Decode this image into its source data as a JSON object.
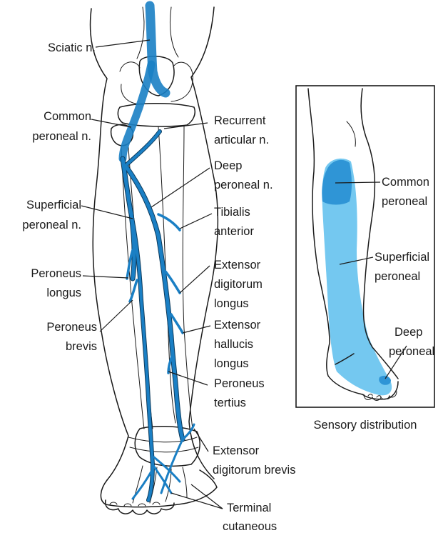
{
  "colors": {
    "nerve": "#1a7fc4",
    "nerve_light": "#8fcfef",
    "skin_common": "#2f95d6",
    "skin_superficial": "#74c8f0",
    "outline": "#1a1a1a"
  },
  "labels": {
    "sciatic": "Sciatic n.",
    "common_peroneal_1": "Common",
    "common_peroneal_2": "peroneal n.",
    "recurrent_1": "Recurrent",
    "recurrent_2": "articular n.",
    "deep_1": "Deep",
    "deep_2": "peroneal n.",
    "superficial_1": "Superficial",
    "superficial_2": "peroneal n.",
    "tibialis_1": "Tibialis",
    "tibialis_2": "anterior",
    "peroneus_longus_1": "Peroneus",
    "peroneus_longus_2": "longus",
    "edl_1": "Extensor",
    "edl_2": "digitorum",
    "edl_3": "longus",
    "peroneus_brevis_1": "Peroneus",
    "peroneus_brevis_2": "brevis",
    "ehl_1": "Extensor",
    "ehl_2": "hallucis",
    "ehl_3": "longus",
    "peroneus_tertius_1": "Peroneus",
    "peroneus_tertius_2": "tertius",
    "edb_1": "Extensor",
    "edb_2": "digitorum brevis",
    "terminal_1": "Terminal",
    "terminal_2": "cutaneous"
  },
  "inset": {
    "common_1": "Common",
    "common_2": "peroneal",
    "superficial_1": "Superficial",
    "superficial_2": "peroneal",
    "deep_1": "Deep",
    "deep_2": "peroneal",
    "caption": "Sensory distribution"
  }
}
